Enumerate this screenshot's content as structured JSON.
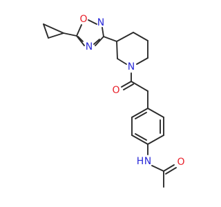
{
  "molecule": {
    "atoms": [
      {
        "label": "O",
        "color": "#e8202a"
      },
      {
        "label": "N",
        "color": "#2a2ad8"
      },
      {
        "label": "N",
        "color": "#2a2ad8"
      },
      {
        "label": "N",
        "color": "#2a2ad8"
      },
      {
        "label": "O",
        "color": "#e8202a"
      },
      {
        "label": "N",
        "color": "#2a2ad8"
      },
      {
        "label": "H",
        "color": "#2a2ad8"
      },
      {
        "label": "O",
        "color": "#e8202a"
      }
    ],
    "bond_color": "#2b2b2b"
  }
}
